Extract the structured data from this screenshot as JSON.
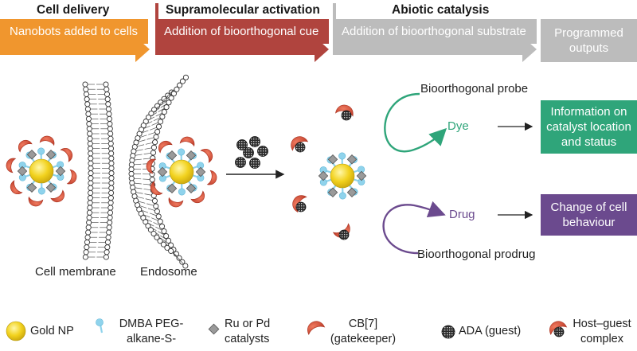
{
  "stages": [
    {
      "title": "Cell delivery",
      "subtitle": "Nanobots added to cells",
      "color": "#f0962e"
    },
    {
      "title": "Supramolecular activation",
      "subtitle": "Addition of bioorthogonal cue",
      "color": "#b0443e"
    },
    {
      "title": "Abiotic catalysis",
      "subtitle": "Addition of bioorthogonal substrate",
      "color": "#bcbcbc"
    }
  ],
  "programmed_outputs": "Programmed outputs",
  "labels": {
    "cell_membrane": "Cell membrane",
    "endosome": "Endosome"
  },
  "pathways": {
    "probe": {
      "source": "Bioorthogonal probe",
      "product": "Dye",
      "output": "Information on catalyst location and status",
      "color": "#2fa57a"
    },
    "prodrug": {
      "source": "Bioorthogonal prodrug",
      "product": "Drug",
      "output": "Change of cell behaviour",
      "color": "#6b4a8e"
    }
  },
  "legend": {
    "gold_np": "Gold NP",
    "dmba": "DMBA PEG-alkane-S-",
    "catalyst": "Ru or Pd catalysts",
    "cb7": "CB[7] (gatekeeper)",
    "ada": "ADA (guest)",
    "complex": "Host–guest complex"
  },
  "colors": {
    "gold": "#f2d21e",
    "cb7": "#d9533c",
    "dmba": "#8fd3ec",
    "catalyst": "#9a9a9a",
    "ada": "#3a3a3a"
  }
}
